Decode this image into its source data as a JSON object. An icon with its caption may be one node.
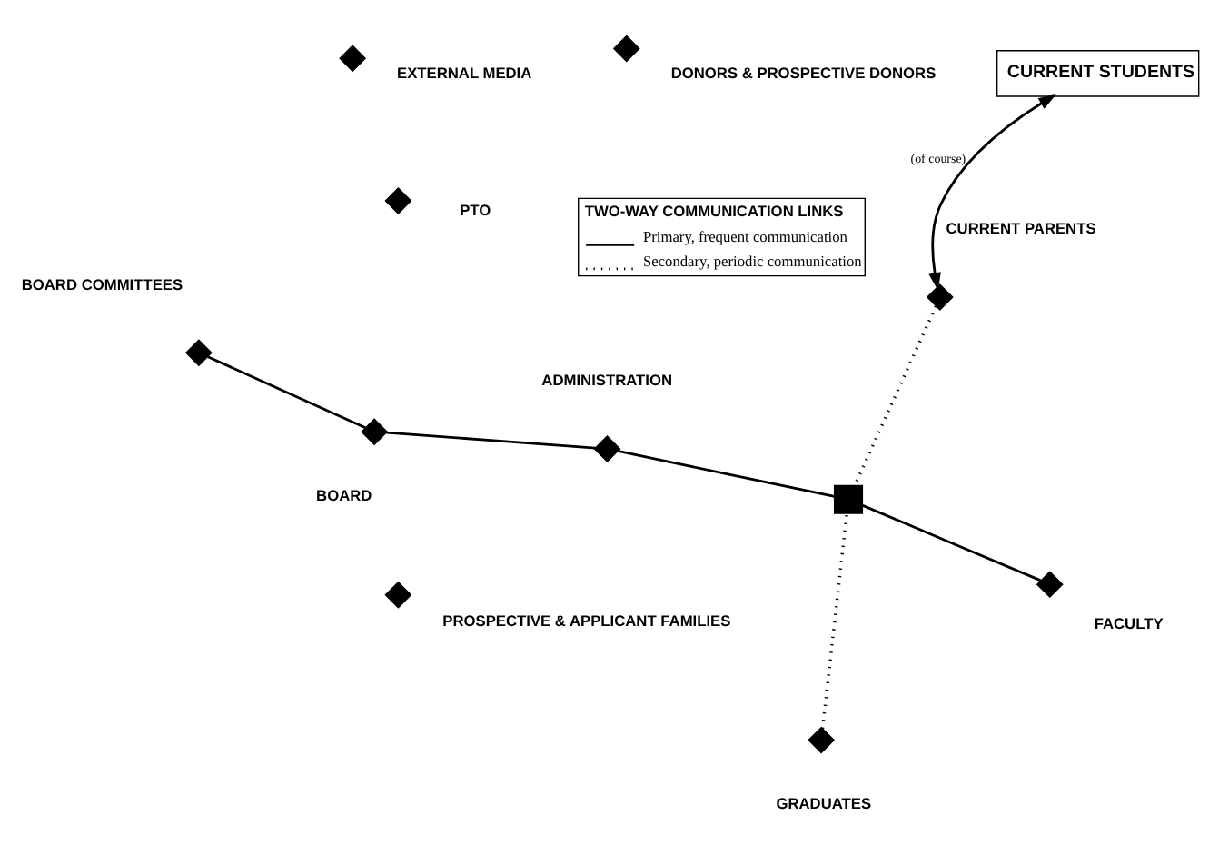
{
  "diagram": {
    "nodes": [
      {
        "text": [],
        "shape": "diamond",
        "beside": [
          "BOARD"
        ]
      },
      {
        "text": [],
        "shape": "diamond",
        "beside": [
          "BOARD COMMITTEES"
        ]
      },
      {
        "text": [],
        "shape": "diamond",
        "beside": [
          "ADMINISTRATION"
        ]
      },
      {
        "text": [],
        "shape": "diamond",
        "beside": [
          "PROSPECTIVE & APPLICANT FAMILIES"
        ]
      },
      {
        "text": [],
        "shape": "diamond",
        "beside": [
          "EXTERNAL MEDIA"
        ]
      },
      {
        "text": [],
        "shape": "diamond",
        "beside": [
          "DONORS & PROSPECTIVE DONORS"
        ]
      },
      {
        "text": [],
        "shape": "diamond",
        "beside": [
          "PTO"
        ]
      },
      {
        "text": [],
        "shape": "diamond",
        "beside": [
          "GRADUATES"
        ]
      },
      {
        "text": [],
        "shape": "diamond",
        "beside": [
          "FACULTY"
        ]
      },
      {
        "text": [],
        "shape": "box"
      },
      {
        "text": [
          "CURRENT STUDENTS"
        ]
      },
      {
        "text": [],
        "shape": "diamond",
        "beside": [
          "CURRENT PARENTS"
        ]
      }
    ],
    "edges": [
      {
        "from": 2,
        "to": 0,
        "arrow": "none"
      },
      {
        "from": 0,
        "to": 1,
        "arrow": "none"
      },
      {
        "from": 2,
        "to": 9,
        "arrow": "none"
      },
      {
        "from": 8,
        "to": 9,
        "arrow": "none"
      },
      {
        "from": 7,
        "to": 9,
        "arrow": "none",
        "style": "dashed"
      },
      {
        "from": 11,
        "to": 9,
        "arrow": "none",
        "style": "dashed"
      },
      {
        "from": 11,
        "to": 10,
        "arrow": "both",
        "label": "(of course)"
      }
    ],
    "labels": [
      "TWO-WAY COMMUNICATION LINKS"
    ],
    "legend": [
      {
        "text": "Primary, frequent communication"
      },
      {
        "text": "Secondary, periodic communication"
      }
    ]
  }
}
